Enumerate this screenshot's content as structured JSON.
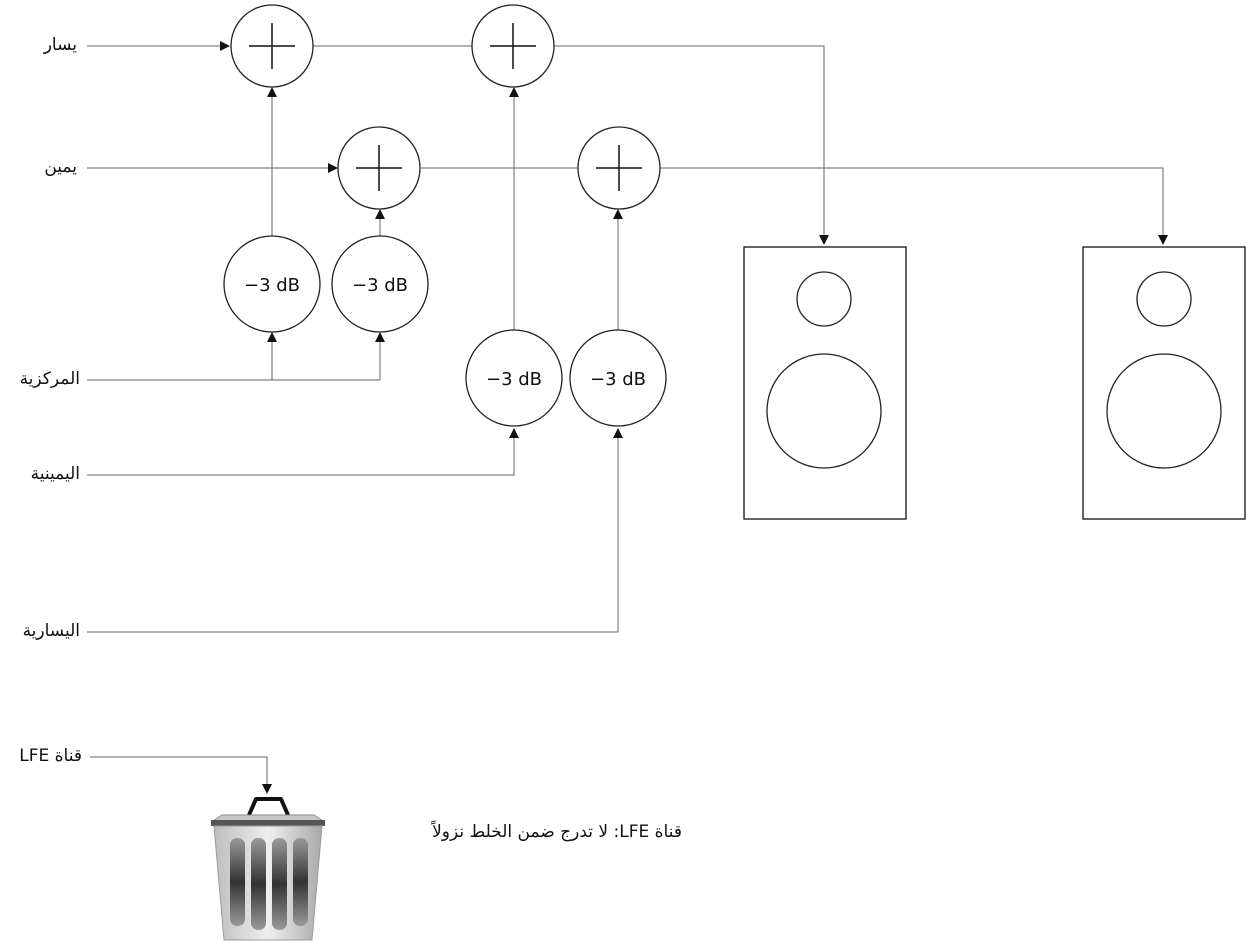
{
  "inputs": {
    "left": "يسار",
    "right": "يمين",
    "center": "المركزية",
    "right_surround": "اليمينية",
    "left_surround": "اليسارية",
    "lfe": "قناة LFE"
  },
  "attenuators": {
    "a1": "−3 dB",
    "a2": "−3 dB",
    "a3": "−3 dB",
    "a4": "−3 dB"
  },
  "note": "قناة LFE: لا تدرج ضمن الخلط نزولاً",
  "icons": [
    "plus-icon",
    "speaker-icon",
    "trash-icon",
    "arrow-icon"
  ]
}
